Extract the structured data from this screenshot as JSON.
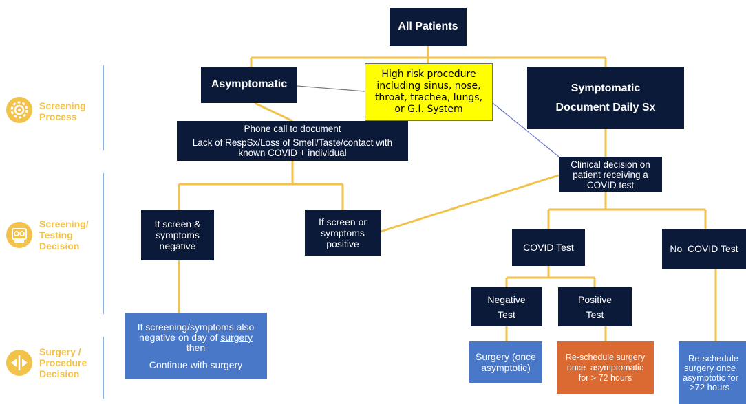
{
  "colors": {
    "connector": "#f2c24a",
    "navy_box": "#0c1a3a",
    "blue_box": "#4a78c8",
    "orange_box": "#db6a32",
    "highlight_box": "#ffff00",
    "sidebar_accent": "#f2c24a",
    "sidebar_rule": "#8fb1dc"
  },
  "sidebar": {
    "sections": [
      {
        "line1": "Screening",
        "line2": "Process",
        "icon": "gear-icon"
      },
      {
        "line1": "Screening/",
        "line2": "Testing",
        "line3": "Decision",
        "icon": "test-kit-icon"
      },
      {
        "line1": "Surgery /",
        "line2": "Procedure",
        "line3": "Decision",
        "icon": "split-arrows-icon"
      }
    ]
  },
  "nodes": {
    "all_patients": "All Patients",
    "asymptomatic": "Asymptomatic",
    "high_risk": {
      "l1": "High risk procedure",
      "l2": "including sinus, nose,",
      "l3": "throat, trachea, lungs,",
      "l4": "or G.I. System"
    },
    "symptomatic": {
      "l1": "Symptomatic",
      "l2": "Document Daily Sx"
    },
    "phone_call": {
      "l1": "Phone call to document",
      "l2": "Lack of RespSx/Loss of Smell/Taste/contact with",
      "l3": "known COVID + individual"
    },
    "clinical_decision": {
      "l1": "Clinical decision on",
      "l2": "patient receiving a",
      "l3": "COVID test"
    },
    "screen_negative": {
      "l1": "If screen &",
      "l2": "symptoms",
      "l3": "negative"
    },
    "screen_positive": {
      "l1": "If screen or",
      "l2": "symptoms",
      "l3": "positive"
    },
    "covid_test": "COVID Test",
    "no_covid_test": "No  COVID Test",
    "negative_test": {
      "l1": "Negative",
      "l2": "Test"
    },
    "positive_test": {
      "l1": "Positive",
      "l2": "Test"
    },
    "continue_surgery": {
      "l1": "If screening/symptoms also",
      "l2a": "negative on day of ",
      "l2b": "surgery",
      "l3": "then",
      "l4": "Continue with surgery"
    },
    "surgery_once": {
      "l1": "Surgery (once",
      "l2": "asymptotic)"
    },
    "reschedule_72": {
      "l1": "Re-schedule surgery",
      "l2": "once  asymptomatic",
      "l3": "for > 72 hours"
    },
    "reschedule_right": {
      "l1": "Re-schedule",
      "l2": "surgery once",
      "l3": "asymptotic for",
      "l4": ">72 hours"
    }
  }
}
